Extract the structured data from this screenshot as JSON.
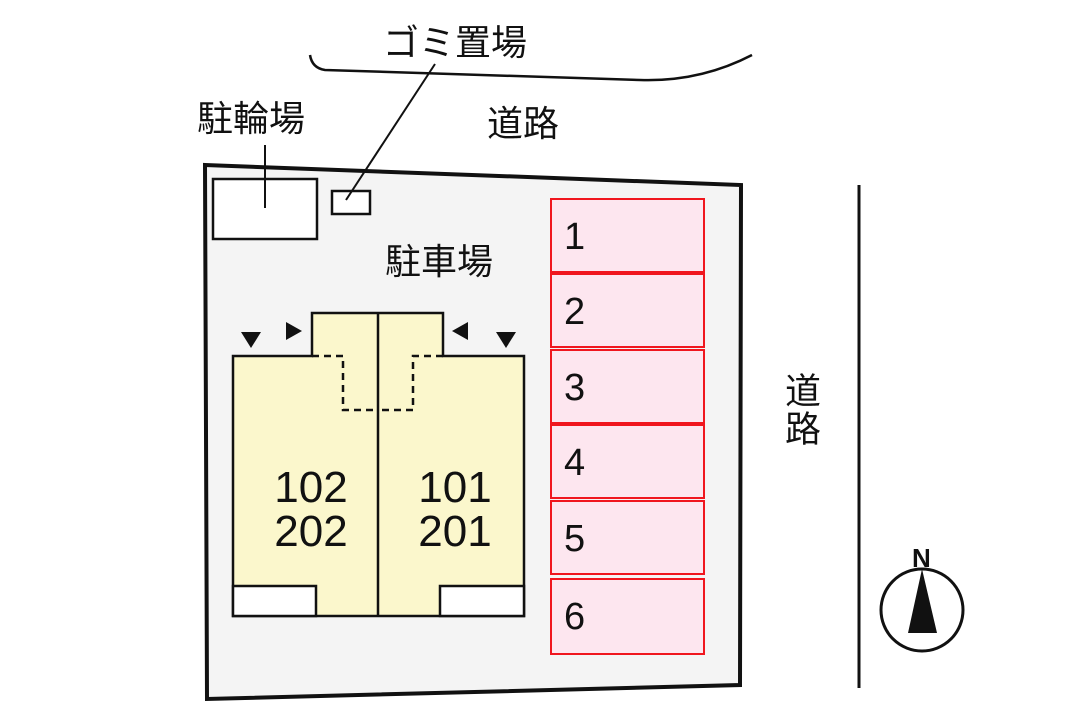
{
  "labels": {
    "garbage_area": "ゴミ置場",
    "bicycle_parking": "駐輪場",
    "road_north": "道路",
    "road_east": "道路",
    "parking_lot": "駐車場",
    "north": "N"
  },
  "building": {
    "units_left": [
      "102",
      "202"
    ],
    "units_right": [
      "101",
      "201"
    ]
  },
  "parking_stalls": [
    "1",
    "2",
    "3",
    "4",
    "5",
    "6"
  ],
  "colors": {
    "lot_fill": "#f4f4f4",
    "building_fill": "#fbf7cc",
    "stall_fill": "#fde6ef",
    "stall_border": "#f0161e",
    "line": "#111111"
  }
}
